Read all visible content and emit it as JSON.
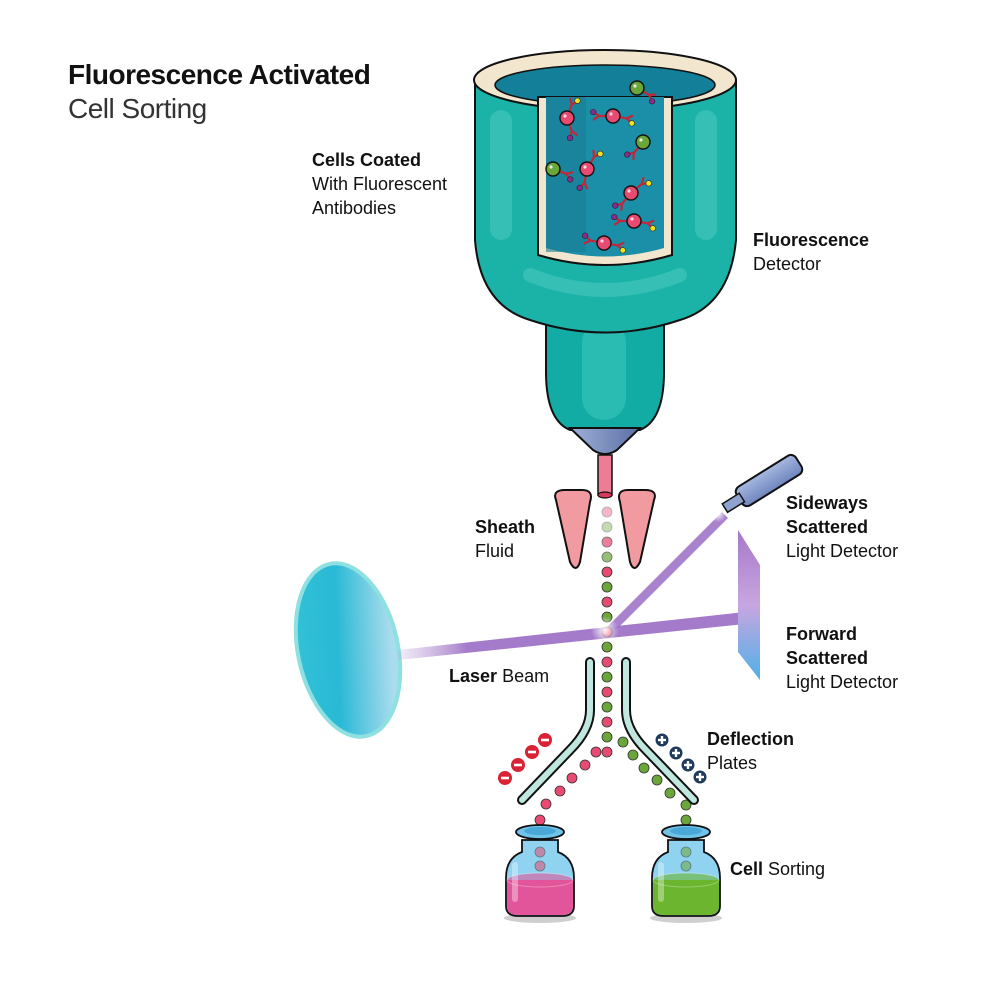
{
  "title": {
    "line1": "Fluorescence Activated",
    "line2": "Cell Sorting"
  },
  "labels": {
    "cells_coated": {
      "bold": "Cells Coated",
      "regular_line1": "With Fluorescent",
      "regular_line2": "Antibodies"
    },
    "fluorescence_detector": {
      "bold": "Fluorescence",
      "regular": "Detector"
    },
    "sheath_fluid": {
      "bold": "Sheath",
      "regular": "Fluid"
    },
    "sideways_scattered": {
      "bold_line1": "Sideways",
      "bold_line2": "Scattered",
      "regular": "Light Detector"
    },
    "forward_scattered": {
      "bold_line1": "Forward",
      "bold_line2": "Scattered",
      "regular": "Light Detector"
    },
    "laser_beam": {
      "bold": "Laser",
      "regular": "Beam"
    },
    "deflection_plates": {
      "bold": "Deflection",
      "regular": "Plates"
    },
    "cell_sorting": {
      "bold": "Cell",
      "regular": "Sorting"
    }
  },
  "charges": {
    "negative": "−",
    "positive": "+"
  },
  "colors": {
    "teal_body": "#1bb3a8",
    "teal_dark": "#0e9a92",
    "reservoir": "#1b8fa8",
    "rim": "#f2e6cf",
    "pink_cell": "#e84a72",
    "green_cell": "#6aa63a",
    "antibody": "#c0283a",
    "tag_yellow": "#f4e21a",
    "tag_purple": "#8b2a8f",
    "laser": "#9a6cc4",
    "nozzle": "#7f93c6",
    "sheath": "#f19aa0",
    "plate": "#bfe6df",
    "minus": "#d92234",
    "plus": "#1e3a5c",
    "lens": "#2ec0d8",
    "vial_glass": "#8fd3f0",
    "vial_pink": "#e2559a",
    "vial_green": "#6bb52f"
  }
}
